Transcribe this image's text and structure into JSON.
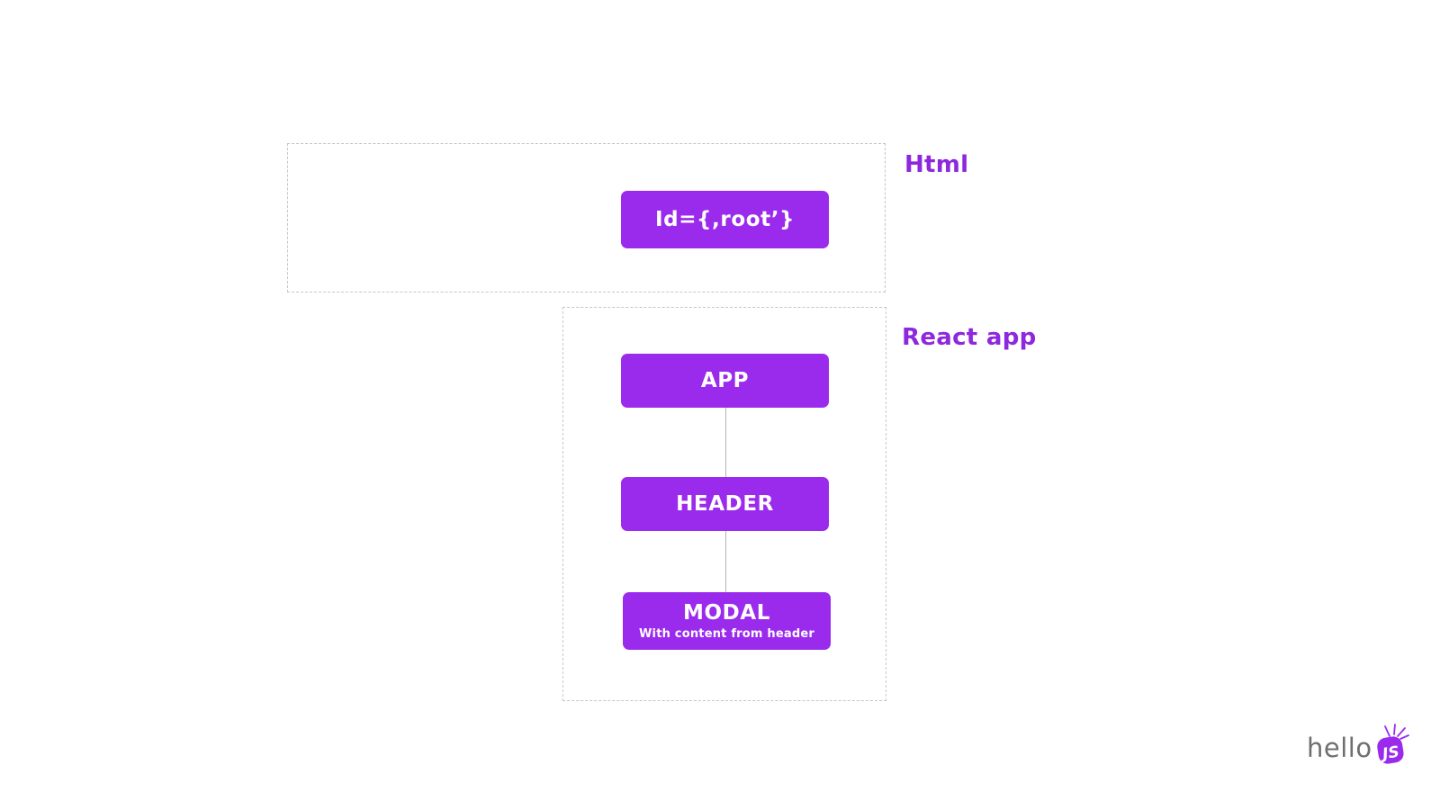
{
  "diagram": {
    "html_group": {
      "label": "Html",
      "nodes": [
        {
          "title": "Id={,root’}"
        }
      ]
    },
    "react_group": {
      "label": "React app",
      "nodes": [
        {
          "title": "APP"
        },
        {
          "title": "HEADER"
        },
        {
          "title": "MODAL",
          "subtitle": "With content from header"
        }
      ]
    }
  },
  "logo": {
    "text": "hello",
    "badge": "JS"
  },
  "colors": {
    "node_fill": "#9b2bec",
    "node_text": "#ffffff",
    "group_label": "#8e28dc",
    "dashed_border": "#c6c6c6",
    "connector": "#b3b3b3",
    "logo_text": "#6f6f6f"
  }
}
